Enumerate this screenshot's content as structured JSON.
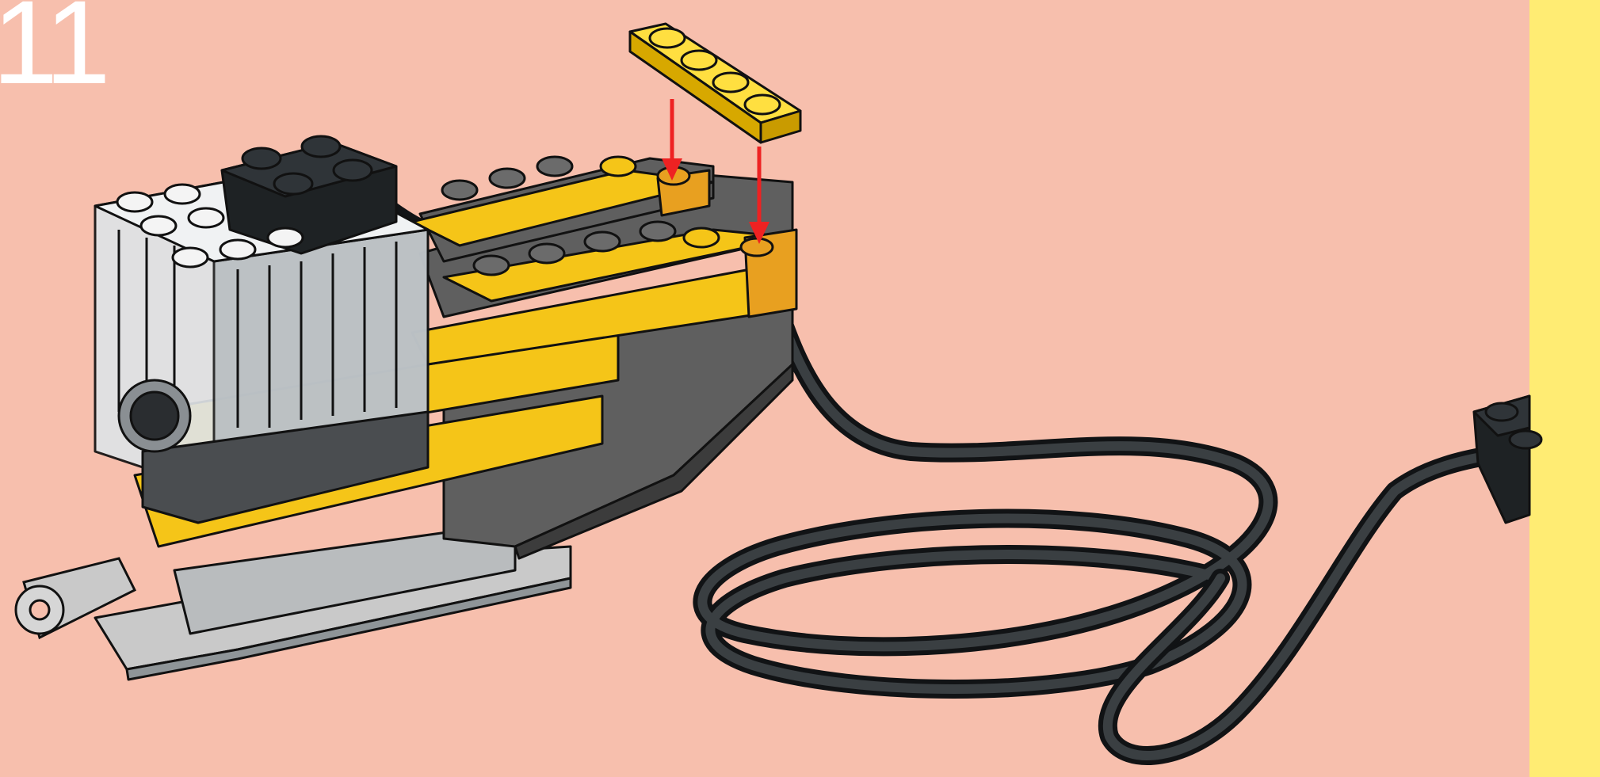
{
  "step": {
    "number": "11"
  },
  "colors": {
    "background": "#f7bfad",
    "side_strip": "#ffec73",
    "brick_yellow": "#f5c518",
    "brick_dark_gray": "#5f5f5f",
    "brick_light_gray": "#c9c9c9",
    "black": "#1e2224",
    "arrow_red": "#ee2222"
  },
  "parts": [
    "yellow-1x4-plate",
    "red-arrow",
    "battery-box",
    "cable",
    "connector-brick"
  ]
}
